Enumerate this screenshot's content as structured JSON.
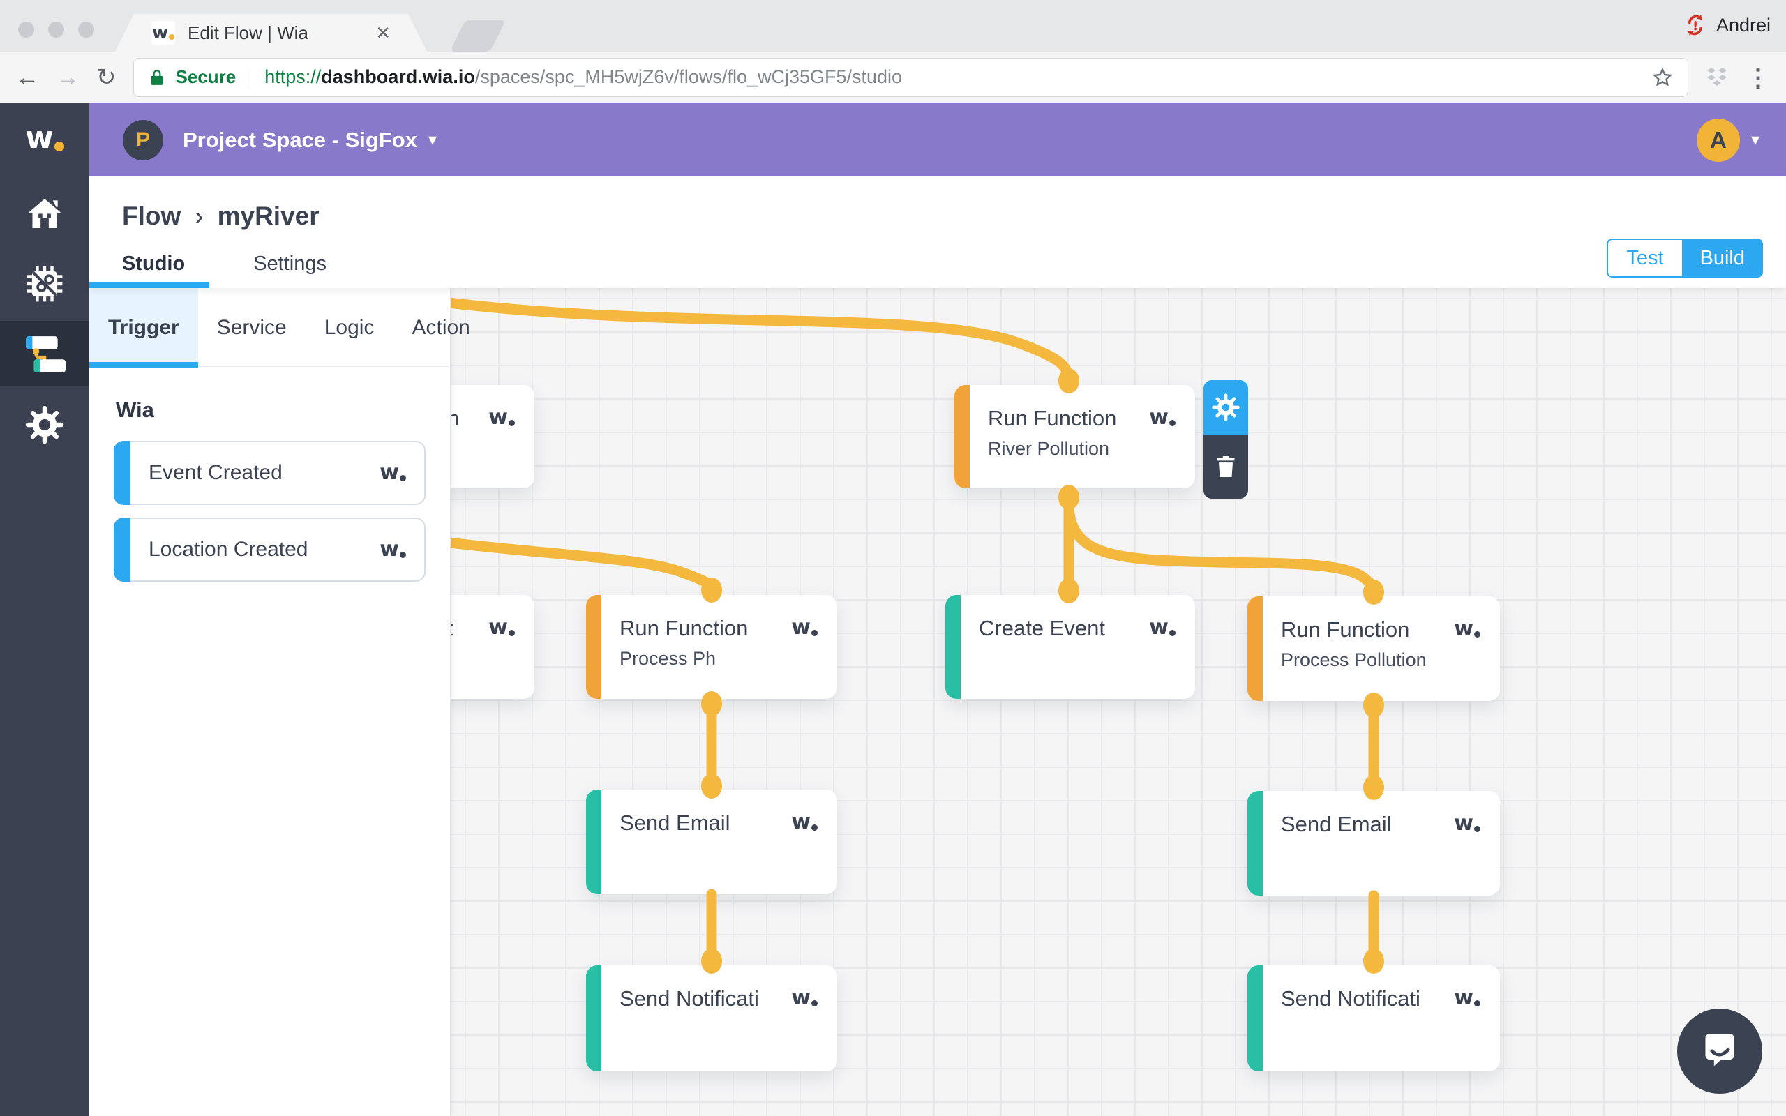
{
  "branding": {
    "glyph": "w"
  },
  "browser": {
    "tab_title": "Edit Flow | Wia",
    "secure_label": "Secure",
    "url_scheme": "https://",
    "url_host": "dashboard.wia.io",
    "url_path": "/spaces/spc_MH5wjZ6v/flows/flo_wCj35GF5/studio",
    "user": "Andrei"
  },
  "icons": {
    "close": "✕",
    "back": "←",
    "forward": "→",
    "refresh": "↻",
    "menu": "⋮",
    "caret_down": "▾",
    "breadcrumb_sep": "›"
  },
  "header": {
    "project_initial": "P",
    "project": "Project Space - SigFox",
    "user_initial": "A"
  },
  "breadcrumb": {
    "section": "Flow",
    "page": "myRiver"
  },
  "page_tabs": {
    "studio": "Studio",
    "settings": "Settings"
  },
  "actions": {
    "test": "Test",
    "build": "Build"
  },
  "palette": {
    "tabs": [
      {
        "label": "Trigger"
      },
      {
        "label": "Service"
      },
      {
        "label": "Logic"
      },
      {
        "label": "Action"
      }
    ],
    "group": "Wia",
    "items": [
      {
        "label": "Event Created"
      },
      {
        "label": "Location Created"
      }
    ]
  },
  "canvas": {
    "nodes": [
      {
        "id": "partial-top",
        "title": "n"
      },
      {
        "id": "run-function-river",
        "title": "Run Function",
        "subtitle": "River Pollution"
      },
      {
        "id": "partial-middle",
        "title": "t"
      },
      {
        "id": "run-function-process-ph",
        "title": "Run Function",
        "subtitle": "Process Ph"
      },
      {
        "id": "create-event",
        "title": "Create Event"
      },
      {
        "id": "run-function-process-pollution",
        "title": "Run Function",
        "subtitle": "Process Pollution"
      },
      {
        "id": "send-email-1",
        "title": "Send Email"
      },
      {
        "id": "send-email-2",
        "title": "Send Email"
      },
      {
        "id": "send-notification-1",
        "title": "Send Notificati"
      },
      {
        "id": "send-notification-2",
        "title": "Send Notificati"
      }
    ]
  },
  "colors": {
    "accent_blue": "#2CA8F0",
    "accent_orange": "#EFA338",
    "accent_teal": "#28BFA5",
    "connector_yellow": "#F5B83E",
    "header_purple": "#8979CB",
    "dark_slate": "#3B4252",
    "avatar_yellow": "#F2B437",
    "secure_green": "#0E8043"
  }
}
